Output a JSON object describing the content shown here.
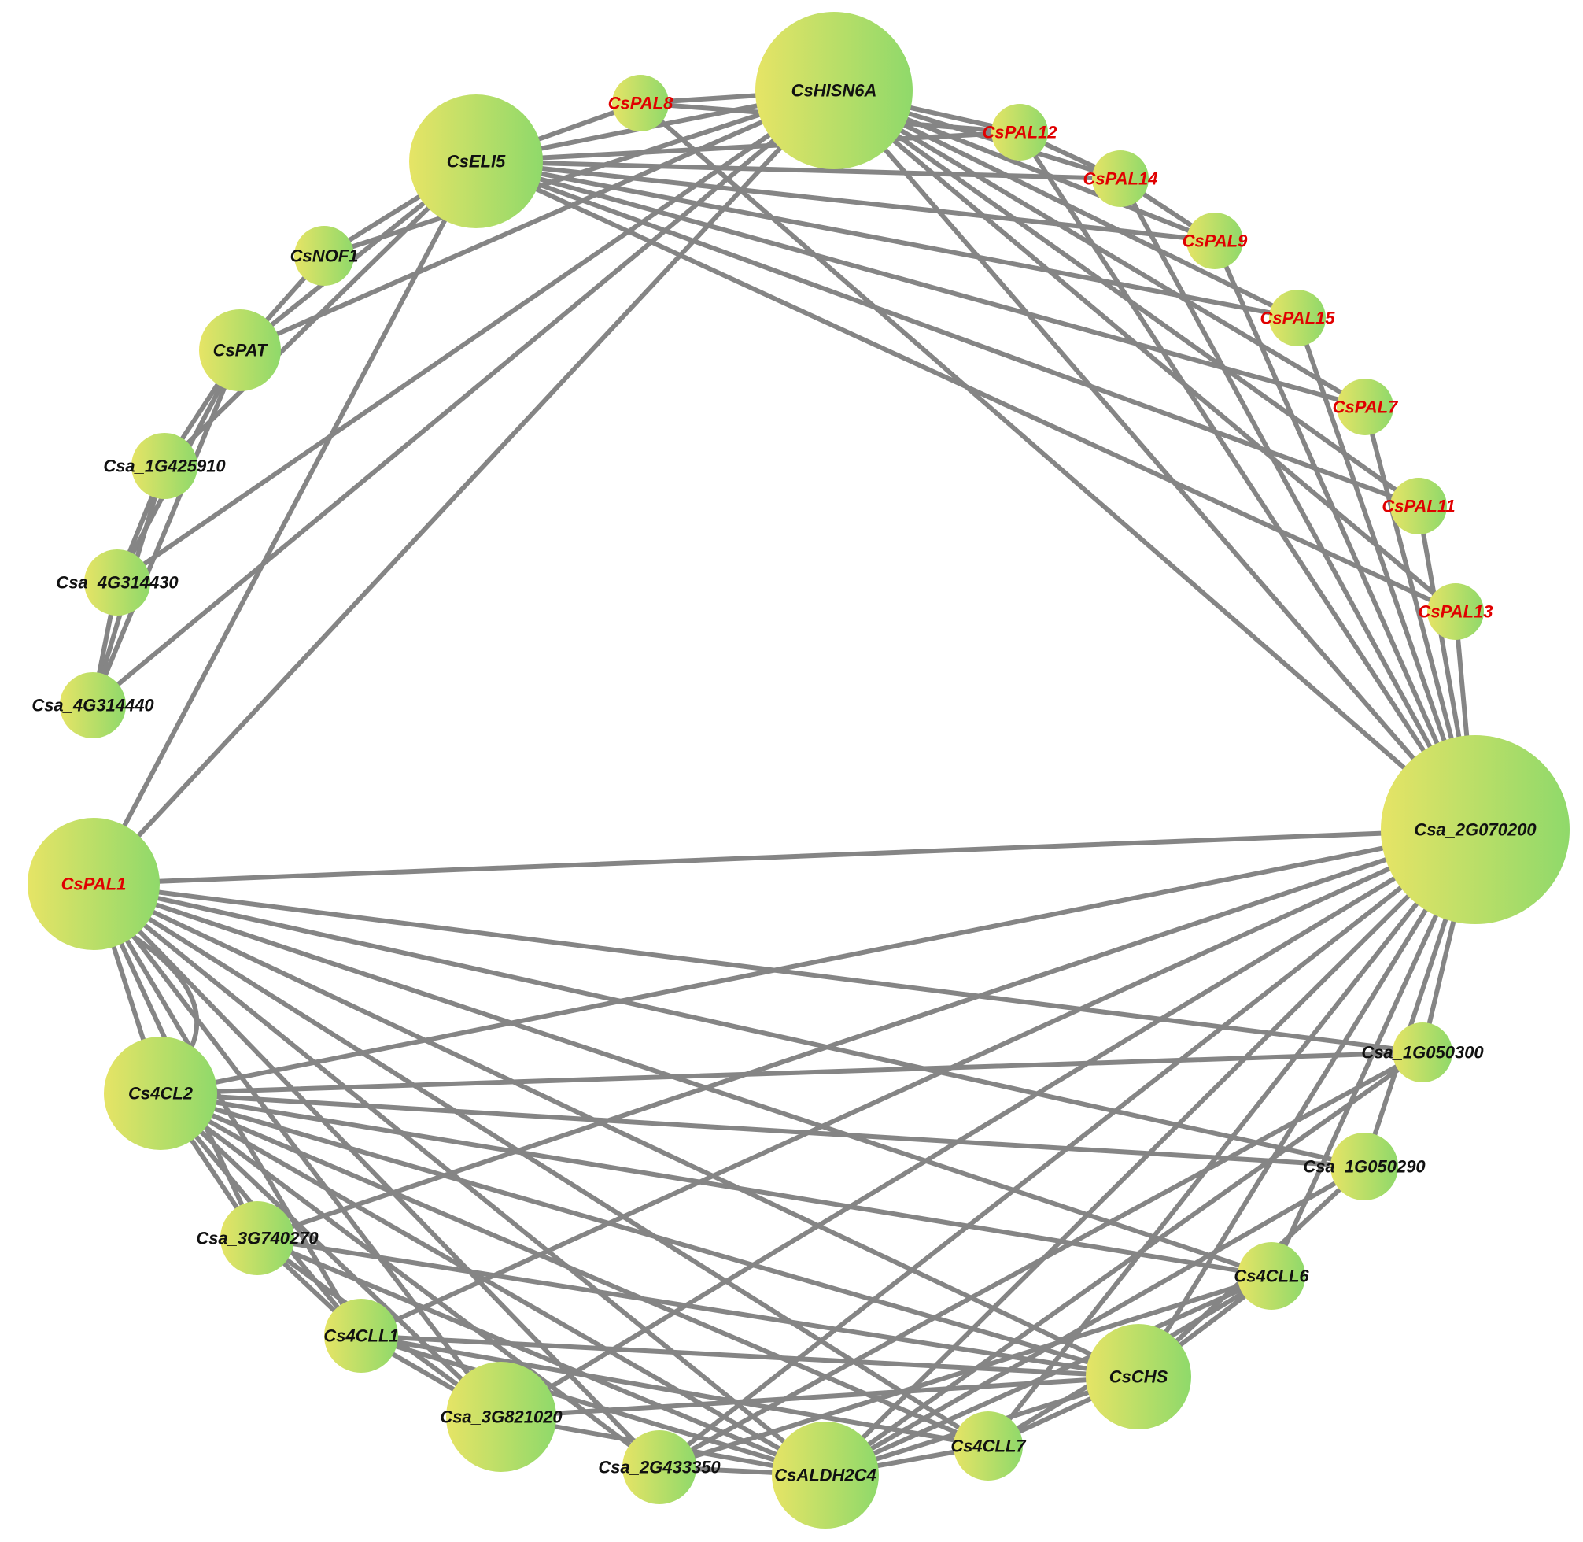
{
  "colors": {
    "edge": "#858585",
    "node_gradient_start": "#e6e466",
    "node_gradient_end": "#8fd96a",
    "label_black": "#111111",
    "label_red": "#e00000"
  },
  "nodes": [
    {
      "id": "CsHISN6A",
      "label": "CsHISN6A",
      "red": false
    },
    {
      "id": "CsPAL8",
      "label": "CsPAL8",
      "red": true
    },
    {
      "id": "CsPAL12",
      "label": "CsPAL12",
      "red": true
    },
    {
      "id": "CsPAL14",
      "label": "CsPAL14",
      "red": true
    },
    {
      "id": "CsPAL9",
      "label": "CsPAL9",
      "red": true
    },
    {
      "id": "CsPAL15",
      "label": "CsPAL15",
      "red": true
    },
    {
      "id": "CsPAL7",
      "label": "CsPAL7",
      "red": true
    },
    {
      "id": "CsPAL11",
      "label": "CsPAL11",
      "red": true
    },
    {
      "id": "CsPAL13",
      "label": "CsPAL13",
      "red": true
    },
    {
      "id": "Csa_2G070200",
      "label": "Csa_2G070200",
      "red": false
    },
    {
      "id": "Csa_1G050300",
      "label": "Csa_1G050300",
      "red": false
    },
    {
      "id": "Csa_1G050290",
      "label": "Csa_1G050290",
      "red": false
    },
    {
      "id": "Cs4CLL6",
      "label": "Cs4CLL6",
      "red": false
    },
    {
      "id": "CsCHS",
      "label": "CsCHS",
      "red": false
    },
    {
      "id": "Cs4CLL7",
      "label": "Cs4CLL7",
      "red": false
    },
    {
      "id": "CsALDH2C4",
      "label": "CsALDH2C4",
      "red": false
    },
    {
      "id": "Csa_2G433350",
      "label": "Csa_2G433350",
      "red": false
    },
    {
      "id": "Csa_3G821020",
      "label": "Csa_3G821020",
      "red": false
    },
    {
      "id": "Cs4CLL1",
      "label": "Cs4CLL1",
      "red": false
    },
    {
      "id": "Csa_3G740270",
      "label": "Csa_3G740270",
      "red": false
    },
    {
      "id": "Cs4CL2",
      "label": "Cs4CL2",
      "red": false
    },
    {
      "id": "CsPAL1",
      "label": "CsPAL1",
      "red": true
    },
    {
      "id": "Csa_4G314440",
      "label": "Csa_4G314440",
      "red": false
    },
    {
      "id": "Csa_4G314430",
      "label": "Csa_4G314430",
      "red": false
    },
    {
      "id": "Csa_1G425910",
      "label": "Csa_1G425910",
      "red": false
    },
    {
      "id": "CsPAT",
      "label": "CsPAT",
      "red": false
    },
    {
      "id": "CsNOF1",
      "label": "CsNOF1",
      "red": false
    },
    {
      "id": "CsELI5",
      "label": "CsELI5",
      "red": false
    }
  ],
  "edges": [
    [
      "CsHISN6A",
      "CsPAL8"
    ],
    [
      "CsHISN6A",
      "CsPAL12"
    ],
    [
      "CsHISN6A",
      "CsPAL14"
    ],
    [
      "CsHISN6A",
      "CsPAL9"
    ],
    [
      "CsHISN6A",
      "CsPAL15"
    ],
    [
      "CsHISN6A",
      "CsPAL7"
    ],
    [
      "CsHISN6A",
      "CsPAL11"
    ],
    [
      "CsHISN6A",
      "CsPAL13"
    ],
    [
      "CsHISN6A",
      "Csa_2G070200"
    ],
    [
      "CsHISN6A",
      "CsELI5"
    ],
    [
      "CsHISN6A",
      "CsPAT"
    ],
    [
      "CsHISN6A",
      "CsNOF1"
    ],
    [
      "CsHISN6A",
      "Csa_4G314430"
    ],
    [
      "CsHISN6A",
      "Csa_4G314440"
    ],
    [
      "CsHISN6A",
      "CsPAL1"
    ],
    [
      "CsELI5",
      "CsPAL8"
    ],
    [
      "CsELI5",
      "CsPAL12"
    ],
    [
      "CsELI5",
      "CsPAL14"
    ],
    [
      "CsELI5",
      "CsPAL9"
    ],
    [
      "CsELI5",
      "CsPAL15"
    ],
    [
      "CsELI5",
      "CsPAL7"
    ],
    [
      "CsELI5",
      "CsPAL11"
    ],
    [
      "CsELI5",
      "CsPAL13"
    ],
    [
      "CsELI5",
      "CsNOF1"
    ],
    [
      "CsELI5",
      "CsPAT"
    ],
    [
      "CsELI5",
      "Csa_1G425910"
    ],
    [
      "CsELI5",
      "CsPAL1"
    ],
    [
      "CsPAL8",
      "Csa_2G070200"
    ],
    [
      "CsPAL12",
      "Csa_2G070200"
    ],
    [
      "CsPAL14",
      "Csa_2G070200"
    ],
    [
      "CsPAL9",
      "Csa_2G070200"
    ],
    [
      "CsPAL15",
      "Csa_2G070200"
    ],
    [
      "CsPAL7",
      "Csa_2G070200"
    ],
    [
      "CsPAL11",
      "Csa_2G070200"
    ],
    [
      "CsPAL13",
      "Csa_2G070200"
    ],
    [
      "CsPAL8",
      "CsPAL12"
    ],
    [
      "CsPAL12",
      "CsPAL14"
    ],
    [
      "CsPAL14",
      "CsPAL9"
    ],
    [
      "CsNOF1",
      "CsPAT"
    ],
    [
      "CsPAT",
      "Csa_1G425910"
    ],
    [
      "CsPAT",
      "Csa_4G314430"
    ],
    [
      "CsPAT",
      "Csa_4G314440"
    ],
    [
      "Csa_1G425910",
      "Csa_4G314430"
    ],
    [
      "Csa_1G425910",
      "Csa_4G314440"
    ],
    [
      "Csa_4G314430",
      "Csa_4G314440"
    ],
    [
      "CsPAL1",
      "Csa_2G070200"
    ],
    [
      "CsPAL1",
      "Cs4CL2"
    ],
    [
      "CsPAL1",
      "Csa_1G050300"
    ],
    [
      "CsPAL1",
      "Csa_1G050290"
    ],
    [
      "CsPAL1",
      "Cs4CLL6"
    ],
    [
      "CsPAL1",
      "CsCHS"
    ],
    [
      "CsPAL1",
      "Cs4CLL7"
    ],
    [
      "CsPAL1",
      "CsALDH2C4"
    ],
    [
      "CsPAL1",
      "Csa_2G433350"
    ],
    [
      "CsPAL1",
      "Csa_3G821020"
    ],
    [
      "CsPAL1",
      "Cs4CLL1"
    ],
    [
      "CsPAL1",
      "Csa_3G740270"
    ],
    [
      "Csa_2G070200",
      "Cs4CL2"
    ],
    [
      "Csa_2G070200",
      "Csa_3G740270"
    ],
    [
      "Csa_2G070200",
      "Cs4CLL1"
    ],
    [
      "Csa_2G070200",
      "Csa_3G821020"
    ],
    [
      "Csa_2G070200",
      "Csa_2G433350"
    ],
    [
      "Csa_2G070200",
      "CsALDH2C4"
    ],
    [
      "Csa_2G070200",
      "Cs4CLL7"
    ],
    [
      "Csa_2G070200",
      "CsCHS"
    ],
    [
      "Csa_2G070200",
      "Cs4CLL6"
    ],
    [
      "Csa_2G070200",
      "Csa_1G050290"
    ],
    [
      "Csa_2G070200",
      "Csa_1G050300"
    ],
    [
      "Cs4CL2",
      "Csa_1G050300"
    ],
    [
      "Cs4CL2",
      "Csa_1G050290"
    ],
    [
      "Cs4CL2",
      "Cs4CLL6"
    ],
    [
      "Cs4CL2",
      "CsCHS"
    ],
    [
      "Cs4CL2",
      "Cs4CLL7"
    ],
    [
      "Cs4CL2",
      "CsALDH2C4"
    ],
    [
      "Cs4CL2",
      "Csa_2G433350"
    ],
    [
      "Cs4CL2",
      "Csa_3G821020"
    ],
    [
      "Cs4CL2",
      "Cs4CLL1"
    ],
    [
      "Cs4CL2",
      "Csa_3G740270"
    ],
    [
      "Csa_3G740270",
      "CsCHS"
    ],
    [
      "Csa_3G740270",
      "CsALDH2C4"
    ],
    [
      "Csa_3G740270",
      "Csa_3G821020"
    ],
    [
      "Csa_3G740270",
      "Cs4CLL1"
    ],
    [
      "Cs4CLL1",
      "CsCHS"
    ],
    [
      "Cs4CLL1",
      "CsALDH2C4"
    ],
    [
      "Cs4CLL1",
      "Csa_3G821020"
    ],
    [
      "Cs4CLL1",
      "Cs4CLL7"
    ],
    [
      "Csa_3G821020",
      "CsCHS"
    ],
    [
      "Csa_3G821020",
      "CsALDH2C4"
    ],
    [
      "Csa_2G433350",
      "CsALDH2C4"
    ],
    [
      "CsALDH2C4",
      "Cs4CLL6"
    ],
    [
      "CsALDH2C4",
      "Csa_1G050290"
    ],
    [
      "CsALDH2C4",
      "Csa_1G050300"
    ],
    [
      "CsALDH2C4",
      "CsCHS"
    ],
    [
      "CsALDH2C4",
      "Cs4CLL7"
    ],
    [
      "CsCHS",
      "Cs4CLL6"
    ],
    [
      "CsCHS",
      "Csa_1G050290"
    ],
    [
      "CsCHS",
      "Cs4CLL7"
    ],
    [
      "Cs4CLL7",
      "Cs4CLL6"
    ],
    [
      "Csa_2G433350",
      "Csa_1G050300"
    ],
    [
      "Csa_2G433350",
      "Cs4CLL6"
    ]
  ]
}
